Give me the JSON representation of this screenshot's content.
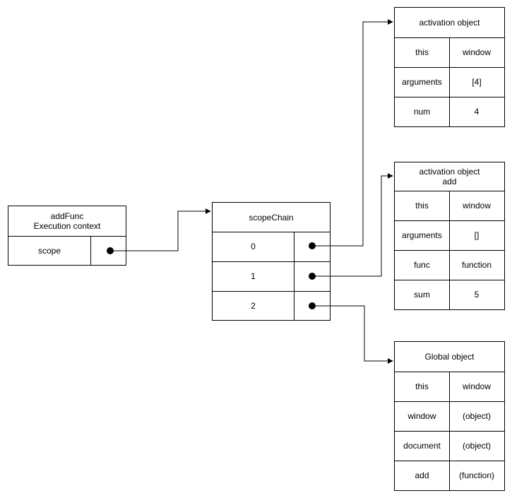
{
  "execution_context": {
    "title": "addFunc\nExecution context",
    "scope_label": "scope"
  },
  "scope_chain": {
    "title": "scopeChain",
    "rows": [
      "0",
      "1",
      "2"
    ]
  },
  "activation_object_1": {
    "title": "activation object",
    "rows": [
      {
        "key": "this",
        "value": "window"
      },
      {
        "key": "arguments",
        "value": "[4]"
      },
      {
        "key": "num",
        "value": "4"
      }
    ]
  },
  "activation_object_2": {
    "title": "activation object\nadd",
    "rows": [
      {
        "key": "this",
        "value": "window"
      },
      {
        "key": "arguments",
        "value": "[]"
      },
      {
        "key": "func",
        "value": "function"
      },
      {
        "key": "sum",
        "value": "5"
      }
    ]
  },
  "global_object": {
    "title": "Global object",
    "rows": [
      {
        "key": "this",
        "value": "window"
      },
      {
        "key": "window",
        "value": "(object)"
      },
      {
        "key": "document",
        "value": "(object)"
      },
      {
        "key": "add",
        "value": "(function)"
      }
    ]
  },
  "colors": {
    "line": "#000000",
    "background": "#ffffff"
  }
}
